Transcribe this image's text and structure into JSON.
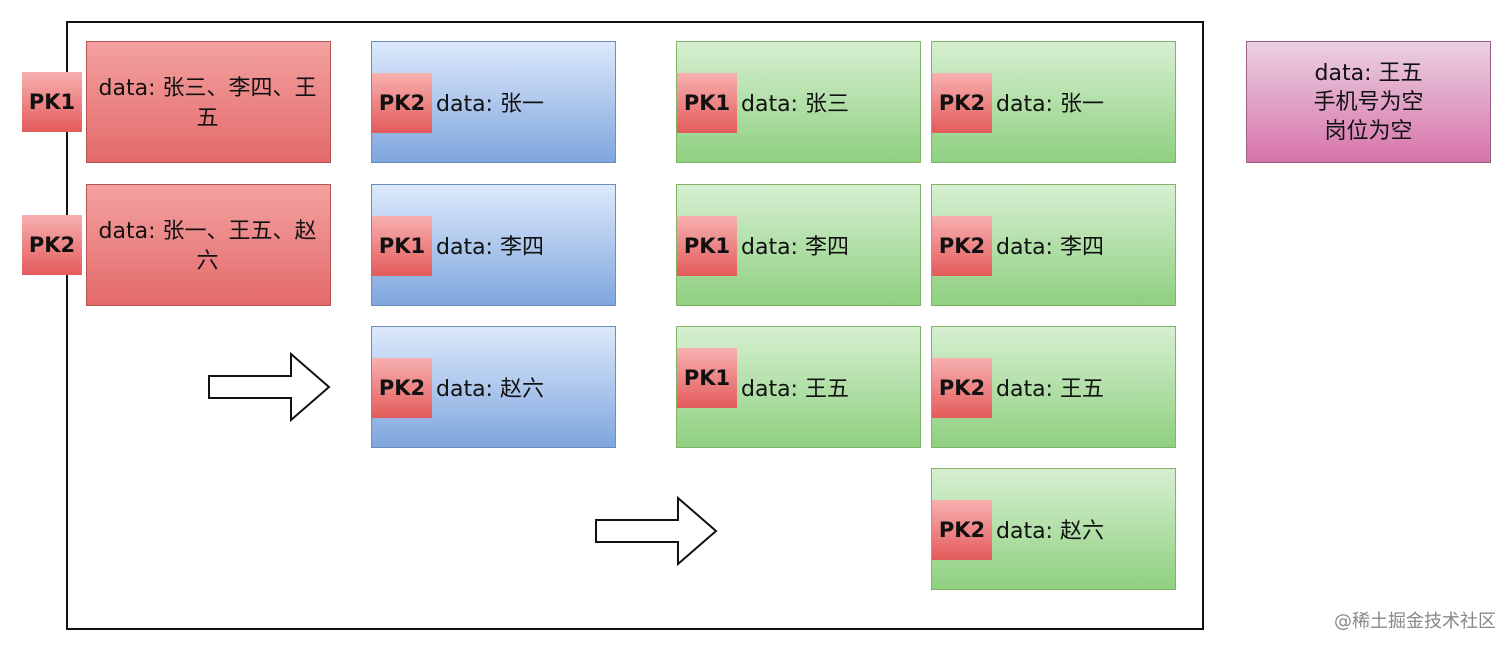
{
  "red_records": [
    {
      "pk": "PK1",
      "data": "data: 张三、李四、王五"
    },
    {
      "pk": "PK2",
      "data": "data: 张一、王五、赵六"
    }
  ],
  "blue_records": [
    {
      "pk": "PK2",
      "data": "data: 张一"
    },
    {
      "pk": "PK1",
      "data": "data: 李四"
    },
    {
      "pk": "PK2",
      "data": "data: 赵六"
    }
  ],
  "green_left_records": [
    {
      "pk": "PK1",
      "data": "data: 张三"
    },
    {
      "pk": "PK1",
      "data": "data: 李四"
    },
    {
      "pk": "PK1",
      "data": "data: 王五"
    }
  ],
  "green_right_records": [
    {
      "pk": "PK2",
      "data": "data: 张一"
    },
    {
      "pk": "PK2",
      "data": "data: 李四"
    },
    {
      "pk": "PK2",
      "data": "data: 王五"
    },
    {
      "pk": "PK2",
      "data": "data: 赵六"
    }
  ],
  "note": {
    "line1": "data: 王五",
    "line2": "手机号为空",
    "line3": "岗位为空"
  },
  "watermark": "@稀土掘金技术社区",
  "colors": {
    "red": "#e46a6a",
    "blue": "#7fa6de",
    "green": "#8fd080",
    "pink": "#d774aa"
  }
}
